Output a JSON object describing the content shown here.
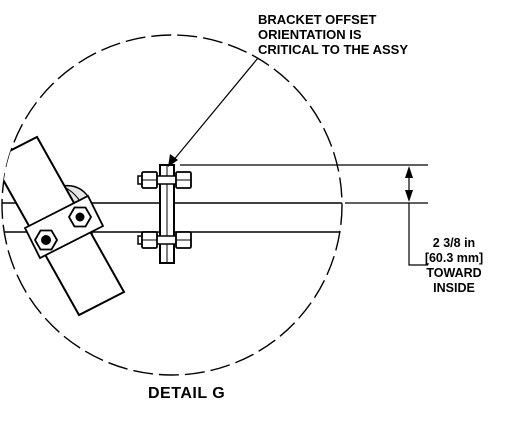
{
  "note": {
    "lines": [
      "BRACKET OFFSET",
      "ORIENTATION IS",
      "CRITICAL TO THE ASSY"
    ]
  },
  "dimension": {
    "lines": [
      "2 3/8 in",
      "[60.3 mm]",
      "TOWARD",
      "INSIDE"
    ]
  },
  "detail_title": "DETAIL  G",
  "colors": {
    "ink": "#000000",
    "paper": "#ffffff",
    "shade": "#dddddd"
  }
}
